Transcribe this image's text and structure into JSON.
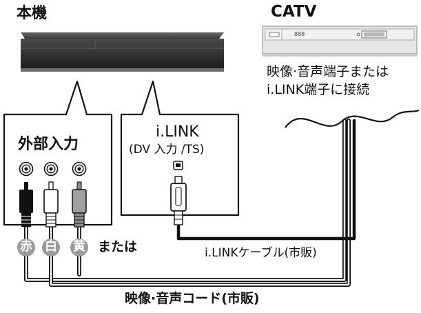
{
  "devices": {
    "main_unit_label": "本機",
    "catv_label": "CATV",
    "catv_display": "888"
  },
  "catv_note": {
    "line1": "映像·音声端子または",
    "line2": "i.LINK端子に接続"
  },
  "callouts": {
    "external_input": "外部入力",
    "ilink_title": "i.LINK",
    "ilink_sub": "(DV 入力 /TS)"
  },
  "plugs": {
    "red": "赤",
    "white": "白",
    "yellow": "黄",
    "or_text": "または"
  },
  "cables": {
    "ilink_cable": "i.LINKケーブル(市販)",
    "av_cable": "映像·音声コード(市販)"
  }
}
